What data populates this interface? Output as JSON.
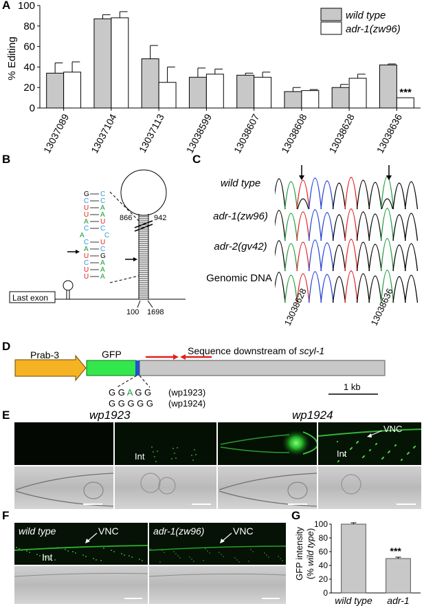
{
  "panels": {
    "A": "A",
    "B": "B",
    "C": "C",
    "D": "D",
    "E": "E",
    "F": "F",
    "G": "G"
  },
  "chart_data": [
    {
      "type": "bar",
      "ylabel": "% Editing",
      "ylim": [
        0,
        100
      ],
      "yticks": [
        0,
        20,
        40,
        60,
        80,
        100
      ],
      "categories": [
        "13037089",
        "13037104",
        "13037113",
        "13038599",
        "13038607",
        "13038608",
        "13038628",
        "13038636"
      ],
      "series": [
        {
          "name": "wild type",
          "color": "#c8c8c8",
          "values": [
            34,
            87,
            48,
            30,
            32,
            16,
            20,
            42
          ],
          "errors": [
            10,
            4,
            13,
            9,
            2,
            4,
            3,
            1
          ]
        },
        {
          "name": "adr-1(zw96)",
          "color": "#ffffff",
          "values": [
            35,
            88,
            25,
            33,
            30,
            17,
            29,
            10
          ],
          "errors": [
            10,
            6,
            15,
            5,
            5,
            1,
            4,
            0
          ]
        }
      ],
      "annotation": "***",
      "legend": "top-right"
    },
    {
      "type": "bar",
      "ylabel": "GFP intensity (% wild type)",
      "ylim": [
        0,
        100
      ],
      "yticks": [
        0,
        20,
        40,
        60,
        80,
        100
      ],
      "categories": [
        "wild type",
        "adr-1"
      ],
      "values": [
        100,
        50
      ],
      "errors": [
        2,
        2
      ],
      "color": "#c8c8c8",
      "annotation": "***"
    }
  ],
  "panelB": {
    "last_exon": "Last exon",
    "pos_866": "866",
    "pos_942": "942",
    "pos_100": "100",
    "pos_1698": "1698",
    "stem_left": [
      "G",
      "C",
      "U",
      "U",
      "A",
      "C",
      "A",
      "C",
      "A",
      "U",
      "C",
      "U",
      "U"
    ],
    "stem_right": [
      "C",
      "C",
      "A",
      "A",
      "U",
      "C",
      "C",
      "U",
      "C",
      "G",
      "A",
      "A",
      "A"
    ]
  },
  "panelC": {
    "rows": [
      "wild type",
      "adr-1(zw96)",
      "adr-2(gv42)",
      "Genomic DNA"
    ],
    "positions": [
      "13038628",
      "13038636"
    ]
  },
  "panelD": {
    "promoter": "Prab-3",
    "gfp": "GFP",
    "downstream": "Sequence downstream of",
    "gene": "scyl-1",
    "seq1_pre": "G G ",
    "seq1_mid": "A",
    "seq1_post": " G G",
    "seq1_allele": "(wp1923)",
    "seq2": "G G G G G",
    "seq2_allele": "(wp1924)",
    "scale": "1 kb"
  },
  "panelE": {
    "left_title": "wp1923",
    "right_title": "wp1924",
    "int1": "Int",
    "int2": "Int",
    "vnc": "VNC"
  },
  "panelF": {
    "left_label": "wild type",
    "right_label": "adr-1(zw96)",
    "vnc1": "VNC",
    "vnc2": "VNC",
    "int": "Int"
  }
}
